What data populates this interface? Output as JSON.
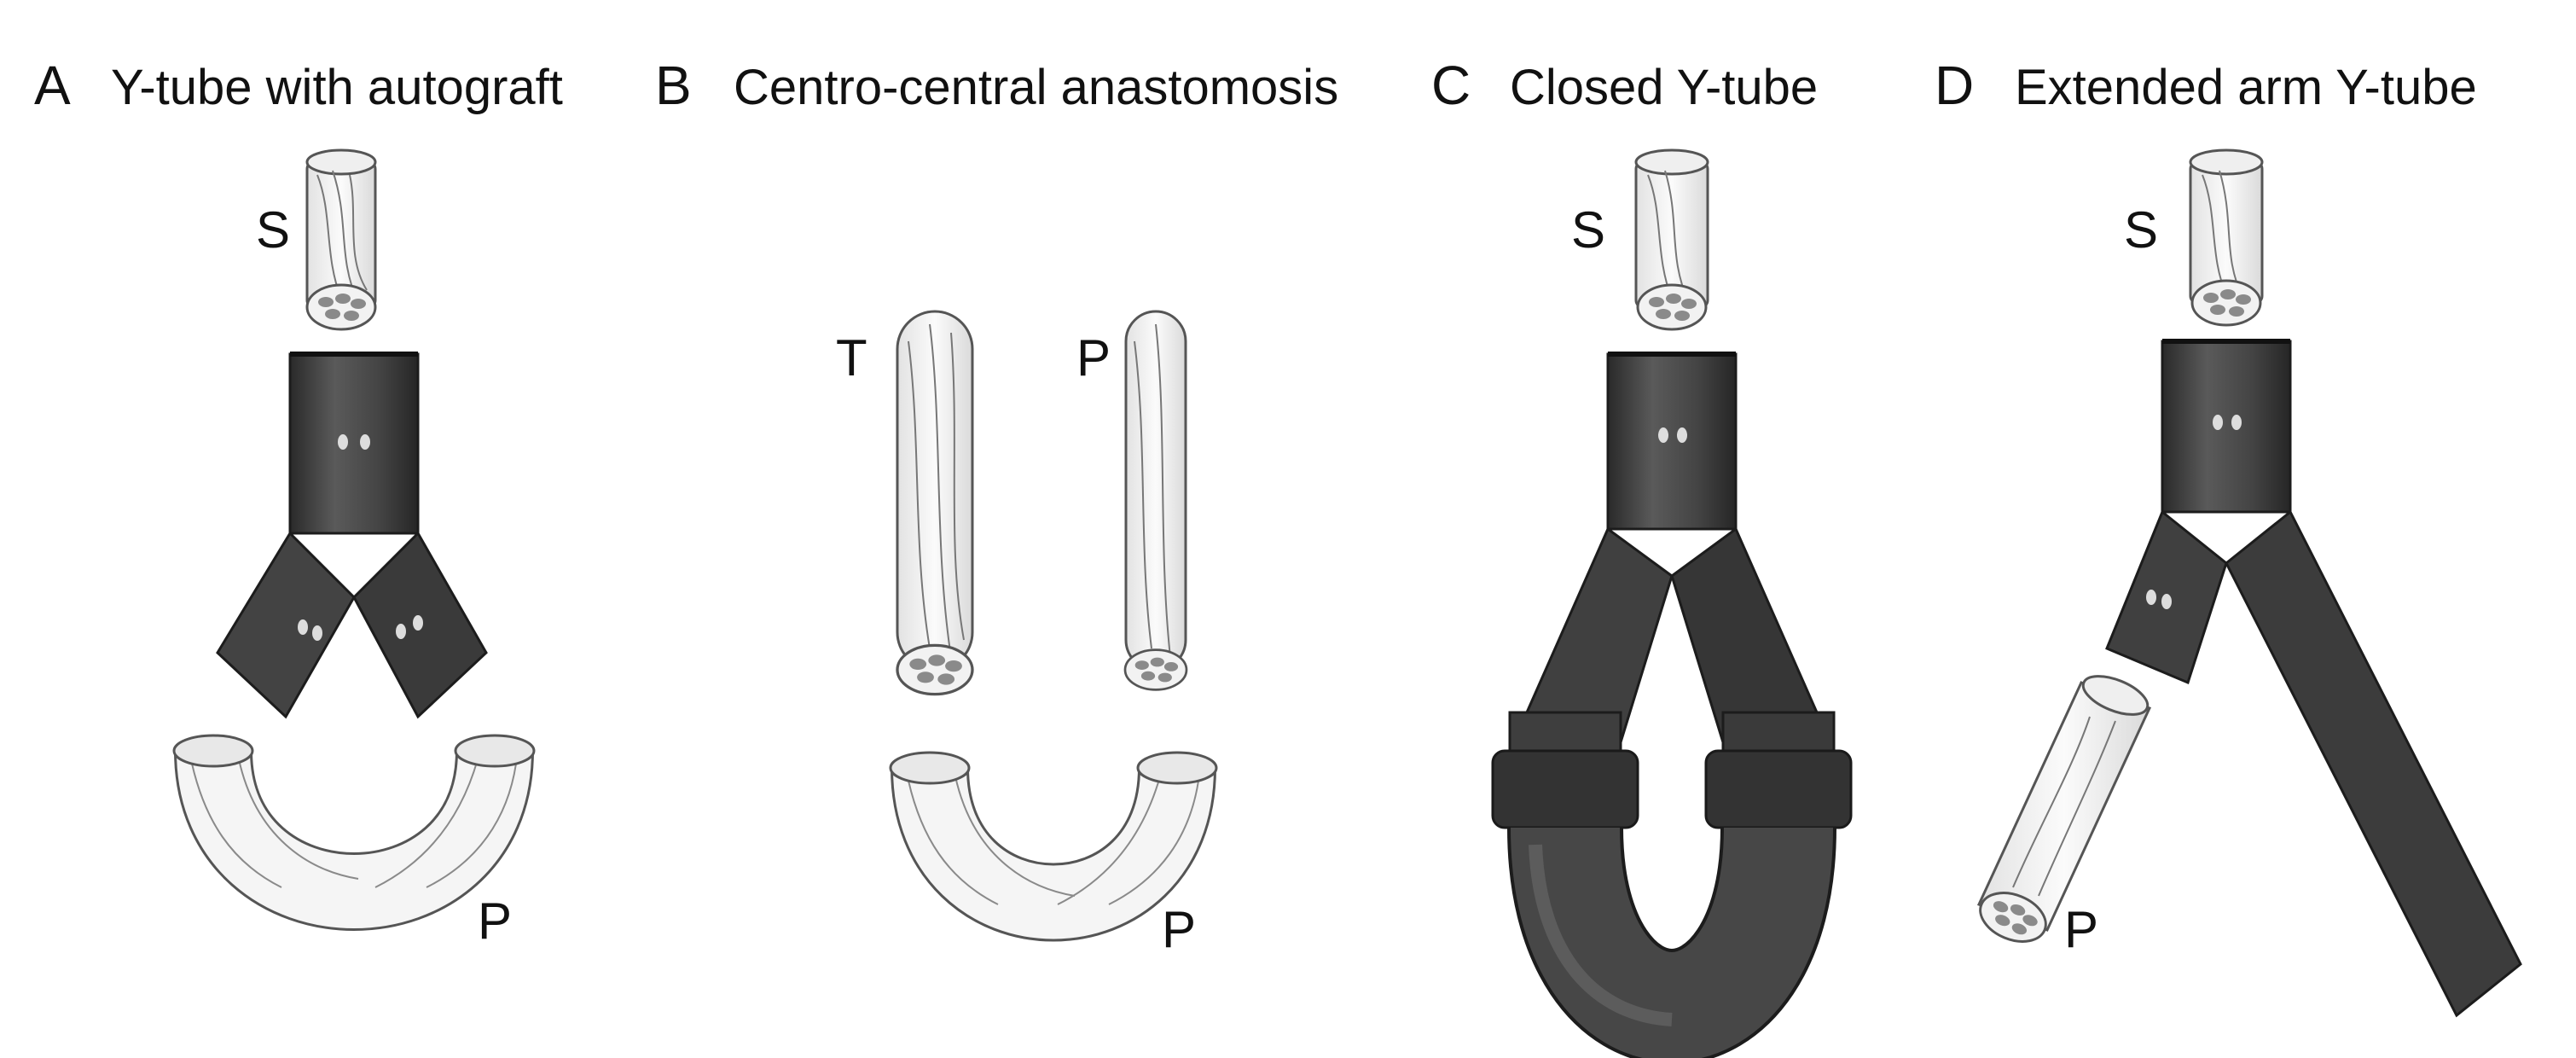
{
  "panels": [
    {
      "letter": "A",
      "title": "Y-tube with autograft",
      "tags": [
        "S",
        "P"
      ]
    },
    {
      "letter": "B",
      "title": "Centro-central anastomosis",
      "tags": [
        "T",
        "P",
        "P"
      ]
    },
    {
      "letter": "C",
      "title": "Closed Y-tube",
      "tags": [
        "S"
      ]
    },
    {
      "letter": "D",
      "title": "Extended arm Y-tube",
      "tags": [
        "S",
        "P"
      ]
    }
  ],
  "colors": {
    "tube": "#4a4a4a",
    "tube_edge": "#1c1c1c",
    "nerve_fill": "#f4f4f4",
    "nerve_line": "#6a6a6a",
    "fascicle": "#8a8a8a"
  }
}
